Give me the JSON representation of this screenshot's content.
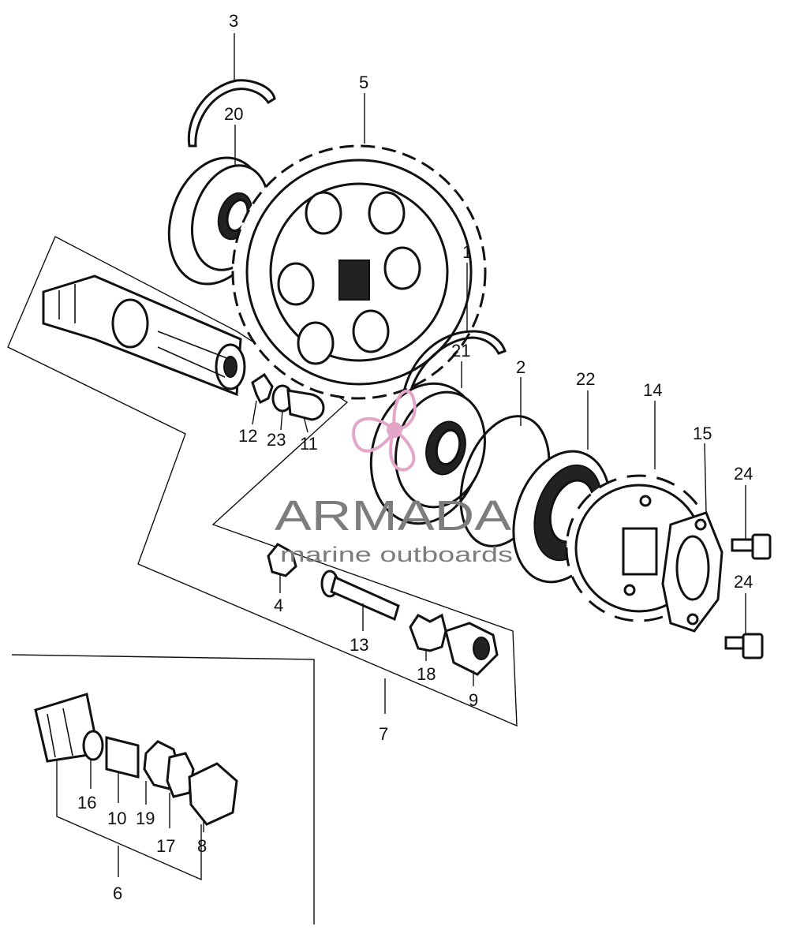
{
  "callouts": {
    "c1": "1",
    "c2": "2",
    "c3": "3",
    "c4": "4",
    "c5": "5",
    "c6": "6",
    "c7": "7",
    "c8": "8",
    "c9": "9",
    "c10": "10",
    "c11": "11",
    "c12": "12",
    "c13": "13",
    "c14": "14",
    "c15": "15",
    "c16": "16",
    "c17": "17",
    "c18": "18",
    "c19": "19",
    "c20": "20",
    "c21": "21",
    "c22": "22",
    "c23": "23",
    "c24a": "24",
    "c24b": "24"
  },
  "watermark": {
    "brand": "ARMADA",
    "tagline": "marine outboards",
    "logo_color": "#e3a6c9",
    "text_color": "#7d7d7d"
  }
}
